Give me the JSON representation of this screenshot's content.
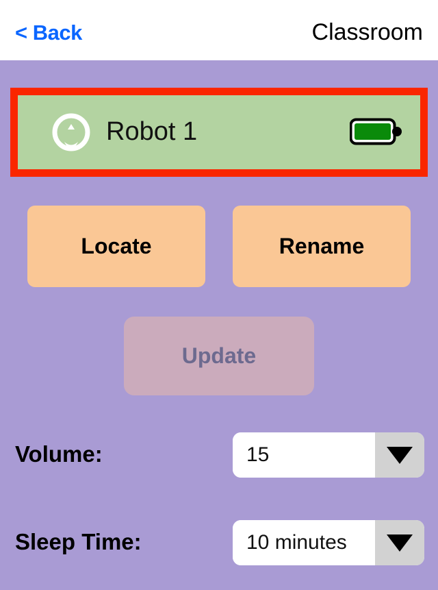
{
  "header": {
    "back_label": "< Back",
    "title": "Classroom"
  },
  "robot_card": {
    "name": "Robot 1",
    "icon": "robot-circle-icon",
    "battery_icon": "battery-full-icon",
    "battery_level": "full",
    "selected": true,
    "selection_color": "#fa2600",
    "card_color": "#b3d3a1"
  },
  "actions": {
    "locate_label": "Locate",
    "rename_label": "Rename",
    "update_label": "Update",
    "update_enabled": false
  },
  "settings": {
    "volume": {
      "label": "Volume:",
      "value": "15",
      "arrow_icon": "chevron-down-icon"
    },
    "sleep_time": {
      "label": "Sleep Time:",
      "value": "10 minutes",
      "arrow_icon": "chevron-down-icon"
    }
  },
  "theme": {
    "background": "#a99bd4",
    "button": "#fac795",
    "disabled_button": "#cbabbc",
    "accent_link": "#0a66ff",
    "battery_fill": "#0a8a0a"
  }
}
